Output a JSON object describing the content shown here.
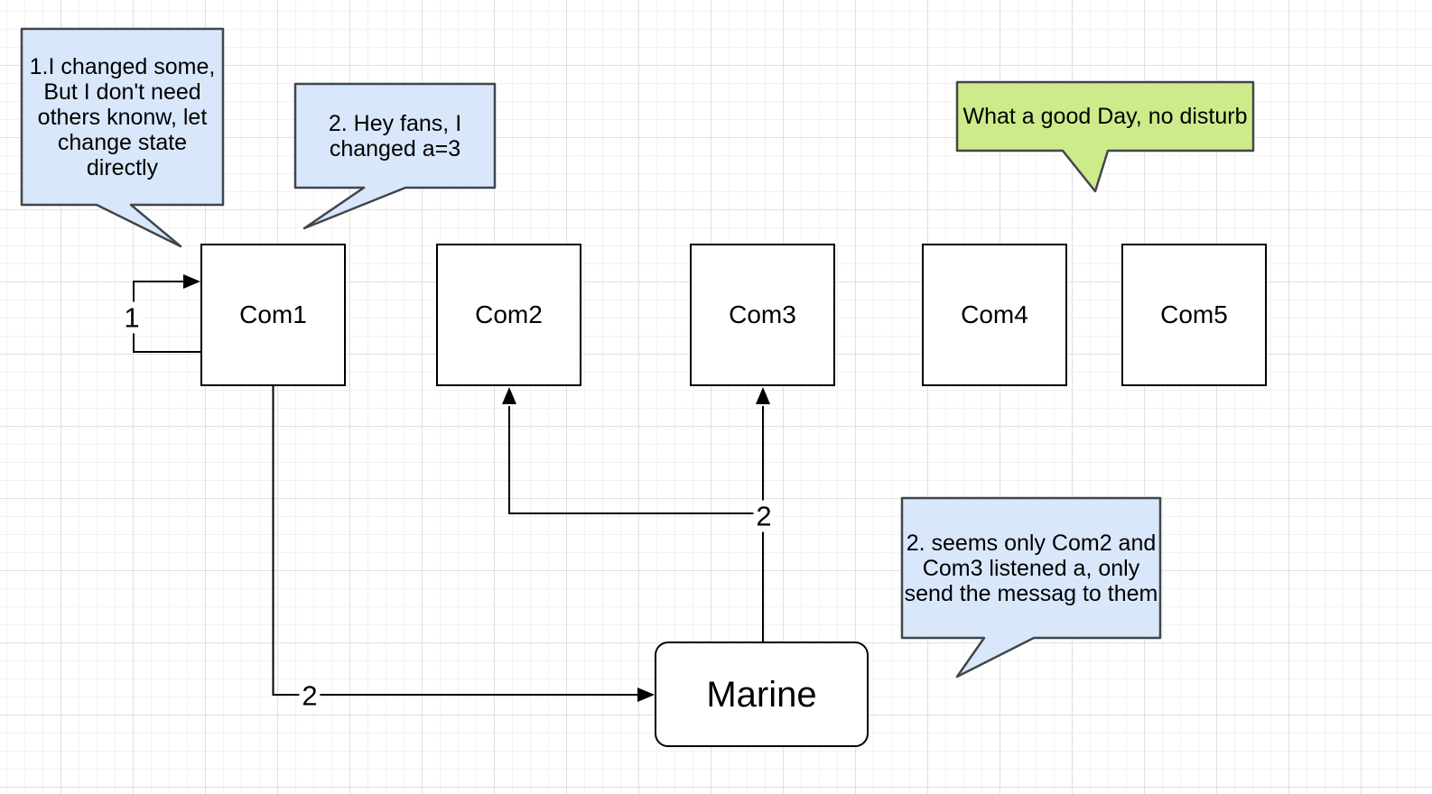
{
  "canvas": {
    "background": "#ffffff",
    "grid_minor_color": "#f2f2f2",
    "grid_major_color": "#e0e0e0"
  },
  "nodes": {
    "com1": {
      "label": "Com1"
    },
    "com2": {
      "label": "Com2"
    },
    "com3": {
      "label": "Com3"
    },
    "com4": {
      "label": "Com4"
    },
    "com5": {
      "label": "Com5"
    },
    "marine": {
      "label": "Marine"
    }
  },
  "callouts": {
    "note1": {
      "text": "1.I changed some,\nBut I don't need\nothers knonw, let\nchange state\ndirectly",
      "fill": "#d9e7fb",
      "stroke": "#40464b"
    },
    "note2": {
      "text": "2. Hey fans, I\nchanged a=3",
      "fill": "#d9e7fb",
      "stroke": "#40464b"
    },
    "note3": {
      "text": "What a good Day, no disturb",
      "fill": "#cdeb8b",
      "stroke": "#40464b"
    },
    "note4": {
      "text": "2. seems only Com2 and\nCom3 listened a, only\nsend the messag to them",
      "fill": "#d9e7fb",
      "stroke": "#40464b"
    }
  },
  "edge_labels": {
    "self_change": "1",
    "publish_to_marine": "2",
    "notify_listeners": "2"
  }
}
